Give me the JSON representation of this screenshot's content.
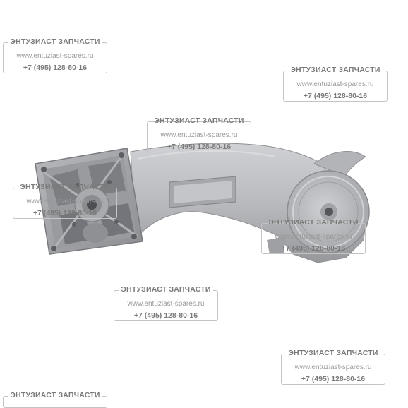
{
  "photo": {
    "subject_icon": "gearbox-housing-arm-icon",
    "colors": {
      "metal_light": "#c9cacd",
      "metal_mid": "#a9aaad",
      "metal_dark": "#7b7c80",
      "background": "#ffffff"
    }
  },
  "watermark": {
    "brand": "ЭНТУЗИАСТ ЗАПЧАСТИ",
    "site": "www.entuziast-spares.ru",
    "phone": "+7 (495) 128-80-16",
    "color": "#8a8a8a"
  }
}
